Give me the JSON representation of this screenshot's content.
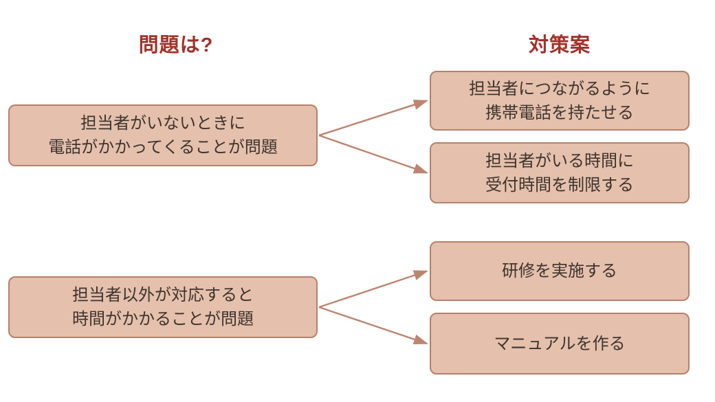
{
  "headers": {
    "problem": "問題は?",
    "solution": "対策案"
  },
  "problem_boxes": [
    {
      "line1": "担当者がいないときに",
      "line2": "電話がかかってくることが問題"
    },
    {
      "line1": "担当者以外が対応すると",
      "line2": "時間がかかることが問題"
    }
  ],
  "solution_boxes": [
    {
      "line1": "担当者につながるように",
      "line2": "携帯電話を持たせる"
    },
    {
      "line1": "担当者がいる時間に",
      "line2": "受付時間を制限する"
    },
    {
      "line1": "研修を実施する"
    },
    {
      "line1": "マニュアルを作る"
    }
  ],
  "connections": [
    {
      "from": 0,
      "to": 0
    },
    {
      "from": 0,
      "to": 1
    },
    {
      "from": 1,
      "to": 2
    },
    {
      "from": 1,
      "to": 3
    }
  ],
  "colors": {
    "box_fill": "#e5c0ac",
    "box_border": "#b5806b",
    "heading_color": "#a2322a",
    "box_text": "#3d342e",
    "arrow_color": "#bd8570",
    "bg": "#ffffff"
  }
}
